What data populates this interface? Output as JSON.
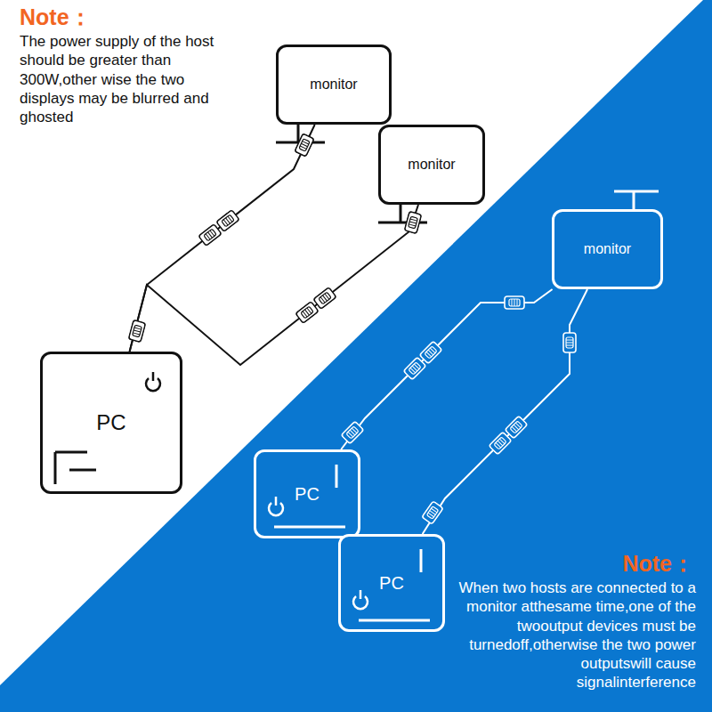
{
  "diagram": {
    "nodes": [
      {
        "text": [
          "PC"
        ]
      },
      {
        "text": [
          "monitor"
        ]
      },
      {
        "text": [
          "monitor"
        ]
      },
      {
        "text": [
          "monitor"
        ]
      },
      {
        "text": [
          "PC"
        ]
      },
      {
        "text": [
          "PC"
        ]
      }
    ],
    "edges": [
      {
        "from": 0,
        "to": 1,
        "arrow": "none"
      },
      {
        "from": 0,
        "to": 2,
        "arrow": "none"
      },
      {
        "from": 4,
        "to": 3,
        "arrow": "none"
      },
      {
        "from": 5,
        "to": 3,
        "arrow": "none"
      }
    ],
    "labels": [
      "Note：",
      "The power supply of the host should be greater than 300W,other wise the two displays may be blurred and ghosted",
      "Note：",
      "When two hosts are connected to a monitor atthesame time,one of the twooutput devices must be turnedoff,otherwise the two power outputswill cause signalinterference"
    ]
  }
}
